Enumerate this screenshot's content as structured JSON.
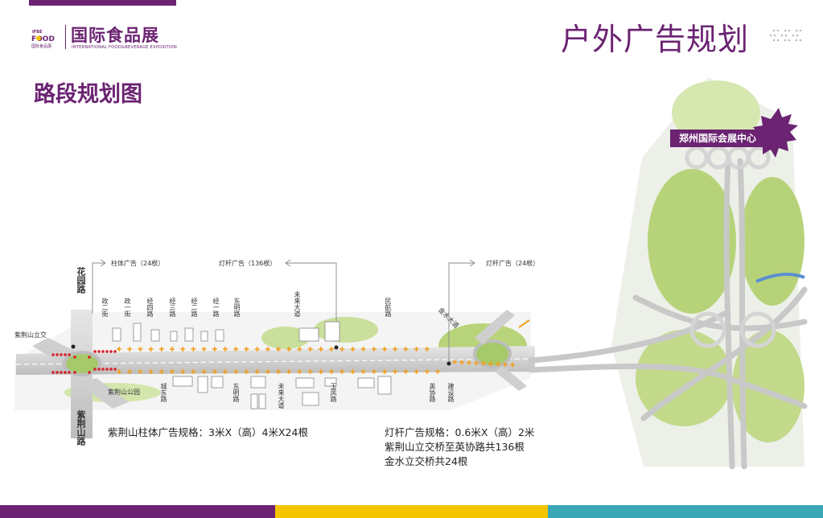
{
  "header": {
    "logo_mark_top": "IFBE",
    "logo_mark_main": "FOOD",
    "logo_mark_cn": "国际食品展",
    "logo_cn": "国际食品展",
    "logo_en": "INTERNATIONAL FOOD&BEVERAGE EXPOSITION",
    "page_title": "户外广告规划",
    "section_title": "路段规划图"
  },
  "map": {
    "venue_badge": "郑州国际会展中心",
    "callouts": {
      "pillar_ads": "柱体广告（24根）",
      "lamp_ads_136": "灯杆广告（136根）",
      "lamp_ads_24": "灯杆广告（24根）"
    },
    "roads_north": [
      "花园路",
      "政二街",
      "政一街",
      "经四路",
      "经三路",
      "经二路",
      "经一路",
      "东明路",
      "未来大道",
      "民航路",
      "金水大道"
    ],
    "roads_south": [
      "紫荆山路",
      "城东路",
      "东明路",
      "未来大道",
      "玉凤路",
      "英协路",
      "建设路"
    ],
    "places": {
      "interchange": "紫荆山立交",
      "park": "紫荆山公园"
    }
  },
  "specs": {
    "pillar_spec": "紫荆山柱体广告规格：3米X（高）4米X24根",
    "lamp_spec_line1": "灯杆广告规格：0.6米X（高）2米",
    "lamp_spec_line2": "紫荆山立交桥至英协路共136根",
    "lamp_spec_line3": "金水立交桥共24根"
  },
  "colors": {
    "brand_purple": "#6b2372",
    "stripe_yellow": "#f5c400",
    "stripe_teal": "#3aa7b5",
    "lamp_marker": "#f0a020",
    "pillar_marker": "#d8202a"
  }
}
